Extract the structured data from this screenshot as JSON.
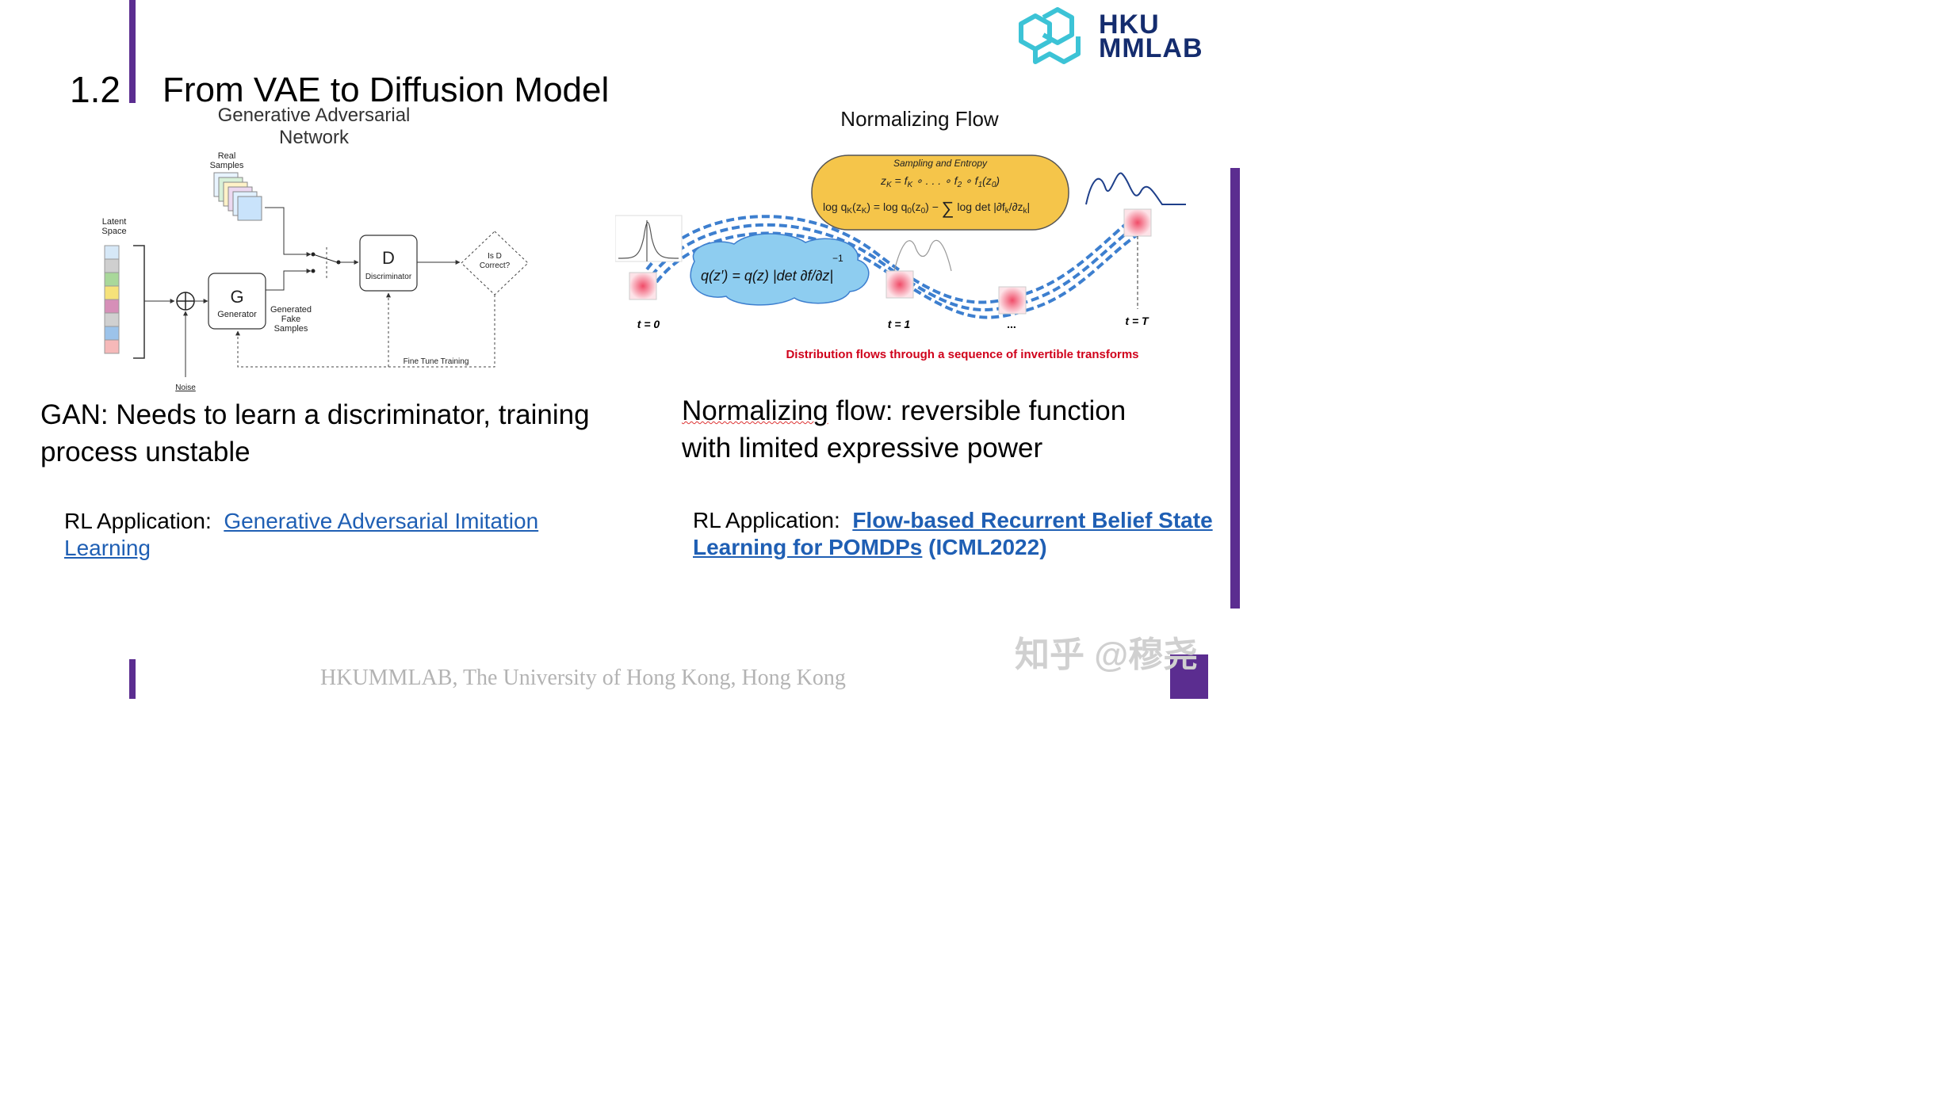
{
  "header": {
    "section_number": "1.2",
    "title": "From VAE to Diffusion Model",
    "logo_line1": "HKU",
    "logo_line2": "MMLAB"
  },
  "gan": {
    "diagram_title": "Generative Adversarial Network",
    "real_samples": "Real Samples",
    "latent_space": "Latent Space",
    "noise": "Noise",
    "generator_letter": "G",
    "generator": "Generator",
    "generated_fake_samples": "Generated Fake Samples",
    "discriminator_letter": "D",
    "discriminator": "Discriminator",
    "is_d_correct": "Is D Correct?",
    "fine_tune": "Fine Tune Training",
    "description_line1": "GAN: Needs to learn a discriminator, training",
    "description_line2": "process unstable",
    "rl_label": "RL Application:",
    "rl_link_line1": "Generative Adversarial Imitation",
    "rl_link_line2": "Learning"
  },
  "nf": {
    "diagram_title": "Normalizing Flow",
    "sampling_title": "Sampling and Entropy",
    "t0": "t = 0",
    "t1": "t = 1",
    "dots": "...",
    "tT": "t = T",
    "caption": "Distribution flows through a sequence of invertible transforms",
    "description_word": "Normalizing",
    "description_line1_rest": " flow:  reversible function",
    "description_line2": "with limited expressive power",
    "rl_label": "RL Application:",
    "rl_link_line1": "Flow-based Recurrent Belief State",
    "rl_link_line2": "Learning for POMDPs",
    "rl_suffix": " (ICML2022)"
  },
  "footer": {
    "text": "HKUMMLAB, The University of Hong Kong, Hong Kong",
    "watermark": "知乎 @穆尧"
  },
  "colors": {
    "accent": "#5b2d90",
    "link": "#1f5fb4",
    "logo": "#142c6e",
    "logo_icon": "#3cc3d6",
    "caption_red": "#d0021b",
    "cloud": "#8ecdf0",
    "sampling_box": "#f5c54a"
  }
}
